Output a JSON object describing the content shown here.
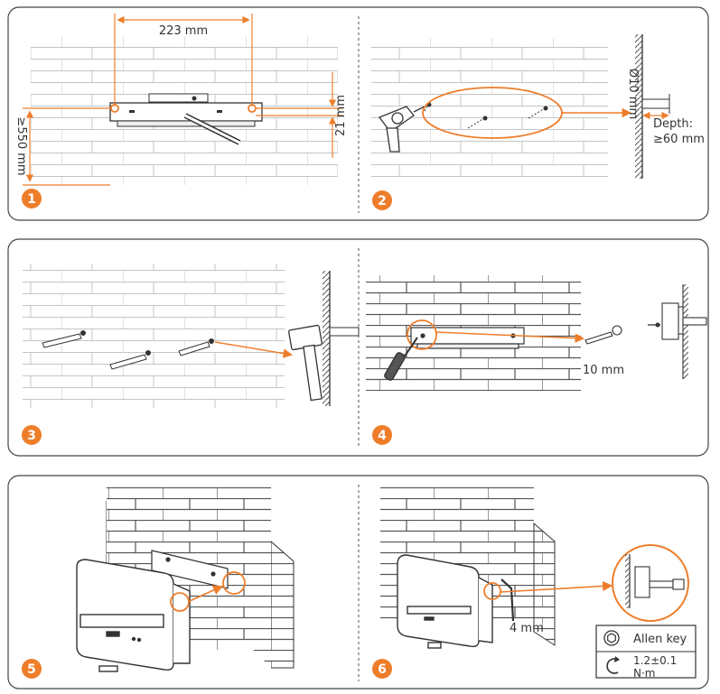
{
  "colors": {
    "accent": "#ee7d2a",
    "line": "#333333",
    "brick": "#bdbdbd",
    "panel_border": "#444444"
  },
  "steps": [
    "1",
    "2",
    "3",
    "4",
    "5",
    "6"
  ],
  "labels": {
    "step1_width": "223 mm",
    "step1_height": "≥550 mm",
    "step1_offset": "21 mm",
    "step2_diameter": "Ø10 mm",
    "step2_depth_title": "Depth:",
    "step2_depth_value": "≥60 mm",
    "step4_length": "10 mm",
    "step6_length": "4 mm"
  },
  "tool_box": {
    "tool_icon": "allen-key-icon",
    "tool_label": "Allen key",
    "torque_icon": "torque-rotate-icon",
    "torque_value": "1.2±0.1",
    "torque_unit": "N·m"
  }
}
